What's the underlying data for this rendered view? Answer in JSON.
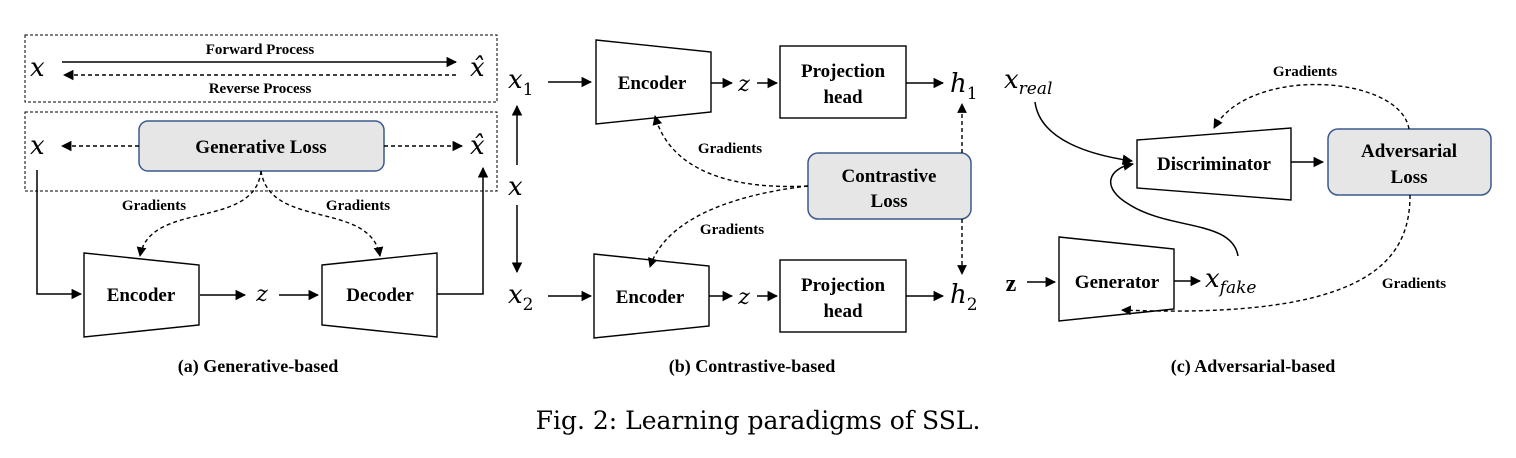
{
  "generative": {
    "forward_label": "Forward Process",
    "reverse_label": "Reverse Process",
    "x": "x",
    "x_hat": "x̂",
    "loss_label": "Generative Loss",
    "gradients_left": "Gradients",
    "gradients_right": "Gradients",
    "encoder_label": "Encoder",
    "decoder_label": "Decoder",
    "z": "z",
    "caption": "(a) Generative-based"
  },
  "contrastive": {
    "x1": "x",
    "x1_sub": "1",
    "x2": "x",
    "x2_sub": "2",
    "x": "x",
    "encoder_top_label": "Encoder",
    "encoder_bottom_label": "Encoder",
    "z_top": "z",
    "z_bottom": "z",
    "projection_top_line1": "Projection",
    "projection_top_line2": "head",
    "projection_bottom_line1": "Projection",
    "projection_bottom_line2": "head",
    "h1": "h",
    "h1_sub": "1",
    "h2": "h",
    "h2_sub": "2",
    "loss_line1": "Contrastive",
    "loss_line2": "Loss",
    "gradients_top": "Gradients",
    "gradients_bottom": "Gradients",
    "caption": "(b) Contrastive-based"
  },
  "adversarial": {
    "x_real": "x",
    "x_real_sub": "real",
    "x_fake": "x",
    "x_fake_sub": "fake",
    "z": "z",
    "generator_label": "Generator",
    "discriminator_label": "Discriminator",
    "loss_line1": "Adversarial",
    "loss_line2": "Loss",
    "gradients_top": "Gradients",
    "gradients_bottom": "Gradients",
    "caption": "(c) Adversarial-based"
  },
  "figure_caption": "Fig. 2: Learning paradigms of SSL.",
  "colors": {
    "stroke": "#000000",
    "loss_fill": "#e6e6e6",
    "loss_stroke": "#3a5a8c"
  }
}
